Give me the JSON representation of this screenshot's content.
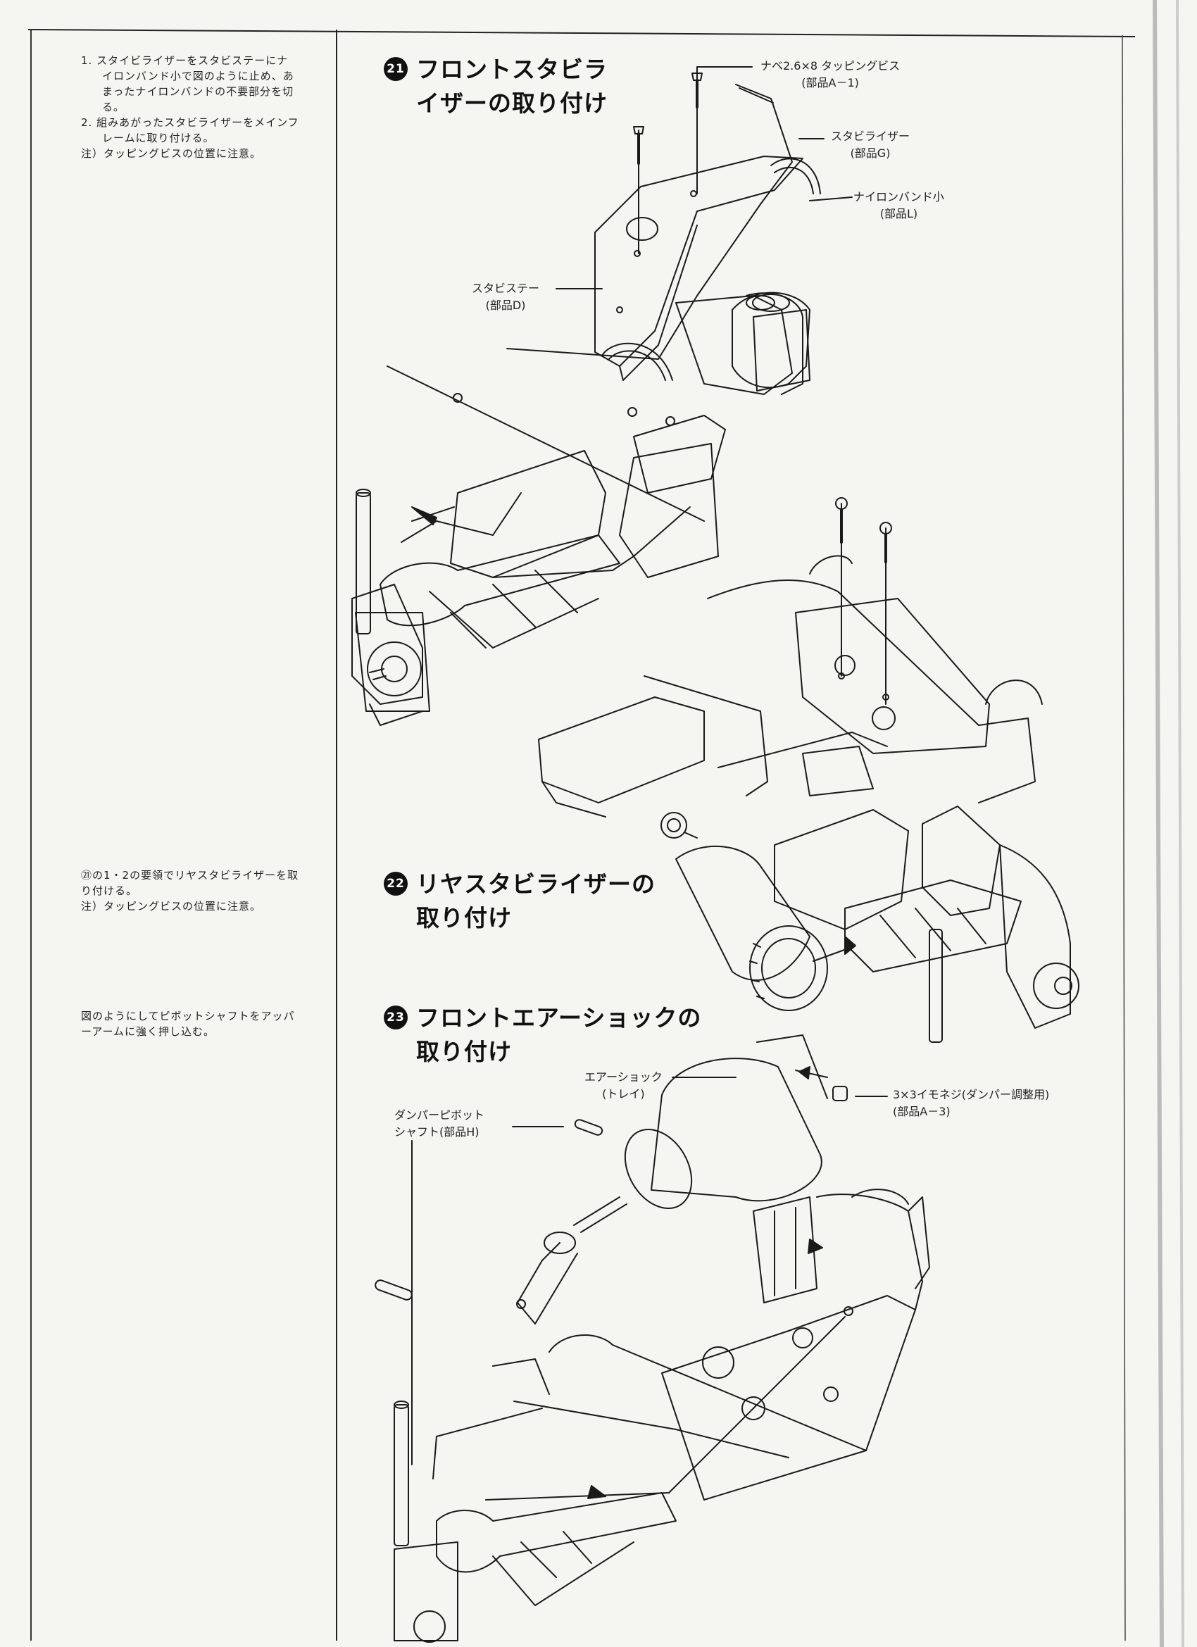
{
  "left_notes": {
    "step21": {
      "items": [
        {
          "num": "1.",
          "text": "スタイビライザーをスタビステーにナイロンバンド小で図のように止め、あまったナイロンバンドの不要部分を切る。"
        },
        {
          "num": "2.",
          "text": "組みあがったスタビライザーをメインフレームに取り付ける。"
        }
      ],
      "note": "注）タッピングビスの位置に注意。"
    },
    "step22": {
      "text": "㉑の1・2の要領でリヤスタビライザーを取り付ける。",
      "note": "注）タッピングビスの位置に注意。"
    },
    "step23": {
      "text": "図のようにしてピボットシャフトをアッパーアームに強く押し込む。"
    }
  },
  "steps": [
    {
      "num": "21",
      "title_line1": "フロントスタビラ",
      "title_line2": "イザーの取り付け"
    },
    {
      "num": "22",
      "title_line1": "リヤスタビライザーの",
      "title_line2": "取り付け"
    },
    {
      "num": "23",
      "title_line1": "フロントエアーショックの",
      "title_line2": "取り付け"
    }
  ],
  "callouts": {
    "screw": {
      "line1": "ナベ2.6×8 タッピングビス",
      "line2": "(部品A－1)"
    },
    "stabilizer": {
      "line1": "スタビライザー",
      "line2": "(部品G)"
    },
    "nylon_band": {
      "line1": "ナイロンバンド小",
      "line2": "(部品L)"
    },
    "stabi_stay": {
      "line1": "スタビステー",
      "line2": "(部品D)"
    },
    "air_shock": {
      "line1": "エアーショック",
      "line2": "(トレイ)"
    },
    "set_screw": {
      "line1": "3×3イモネジ(ダンパー調整用)",
      "line2": "(部品A－3)"
    },
    "pivot_shaft": {
      "line1": "ダンパーピボット",
      "line2": "シャフト(部品H)"
    }
  }
}
